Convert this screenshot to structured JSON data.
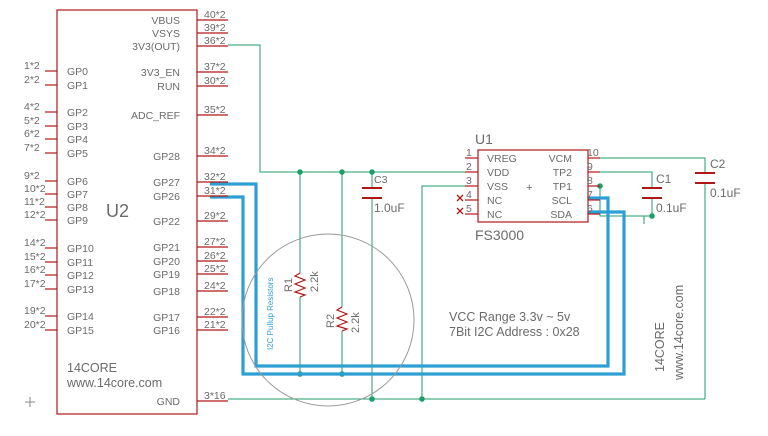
{
  "rpi": {
    "name": "U2",
    "brand": "14CORE",
    "url": "www.14core.com",
    "left_pins": [
      {
        "num": "1*2",
        "label": "GP0"
      },
      {
        "num": "2*2",
        "label": "GP1"
      },
      {
        "num": "4*2",
        "label": "GP2"
      },
      {
        "num": "5*2",
        "label": "GP3"
      },
      {
        "num": "6*2",
        "label": "GP4"
      },
      {
        "num": "7*2",
        "label": "GP5"
      },
      {
        "num": "9*2",
        "label": "GP6"
      },
      {
        "num": "10*2",
        "label": "GP7"
      },
      {
        "num": "11*2",
        "label": "GP8"
      },
      {
        "num": "12*2",
        "label": "GP9"
      },
      {
        "num": "14*2",
        "label": "GP10"
      },
      {
        "num": "15*2",
        "label": "GP11"
      },
      {
        "num": "16*2",
        "label": "GP12"
      },
      {
        "num": "17*2",
        "label": "GP13"
      },
      {
        "num": "19*2",
        "label": "GP14"
      },
      {
        "num": "20*2",
        "label": "GP15"
      }
    ],
    "right_pins": [
      {
        "num": "40*2",
        "label": "VBUS"
      },
      {
        "num": "39*2",
        "label": "VSYS"
      },
      {
        "num": "36*2",
        "label": "3V3(OUT)"
      },
      {
        "num": "37*2",
        "label": "3V3_EN"
      },
      {
        "num": "30*2",
        "label": "RUN"
      },
      {
        "num": "35*2",
        "label": "ADC_REF"
      },
      {
        "num": "34*2",
        "label": "GP28"
      },
      {
        "num": "32*2",
        "label": "GP27"
      },
      {
        "num": "31*2",
        "label": "GP26"
      },
      {
        "num": "29*2",
        "label": "GP22"
      },
      {
        "num": "27*2",
        "label": "GP21"
      },
      {
        "num": "26*2",
        "label": "GP20"
      },
      {
        "num": "25*2",
        "label": "GP19"
      },
      {
        "num": "24*2",
        "label": "GP18"
      },
      {
        "num": "22*2",
        "label": "GP17"
      },
      {
        "num": "21*2",
        "label": "GP16"
      },
      {
        "num": "3*16",
        "label": "GND"
      }
    ]
  },
  "sensor": {
    "ref": "U1",
    "part": "FS3000",
    "left_pins": [
      {
        "num": "1",
        "label": "VREG"
      },
      {
        "num": "2",
        "label": "VDD"
      },
      {
        "num": "3",
        "label": "VSS"
      },
      {
        "num": "4",
        "label": "NC"
      },
      {
        "num": "5",
        "label": "NC"
      }
    ],
    "right_pins": [
      {
        "num": "10",
        "label": "VCM"
      },
      {
        "num": "9",
        "label": "TP2"
      },
      {
        "num": "8",
        "label": "TP1"
      },
      {
        "num": "7",
        "label": "SCL"
      },
      {
        "num": "6",
        "label": "SDA"
      }
    ],
    "plus": "+"
  },
  "caps": [
    {
      "ref": "C3",
      "value": "1.0uF"
    },
    {
      "ref": "C1",
      "value": "0.1uF"
    },
    {
      "ref": "C2",
      "value": "0.1uF"
    }
  ],
  "resistors": [
    {
      "ref": "R1",
      "value": "2.2k"
    },
    {
      "ref": "R2",
      "value": "2.2k"
    }
  ],
  "pullup_label": "I2C Pullup Resistors",
  "notes": {
    "vcc_range": "VCC Range 3.3v ~ 5v",
    "i2c_address": "7Bit I2C Address : 0x28"
  },
  "side_brand": {
    "brand": "14CORE",
    "url": "www.14core.com"
  },
  "colors": {
    "wire": "#1f9e6a",
    "part": "#b01818",
    "bus": "#2e9fd5",
    "text": "#6b6b6b"
  }
}
